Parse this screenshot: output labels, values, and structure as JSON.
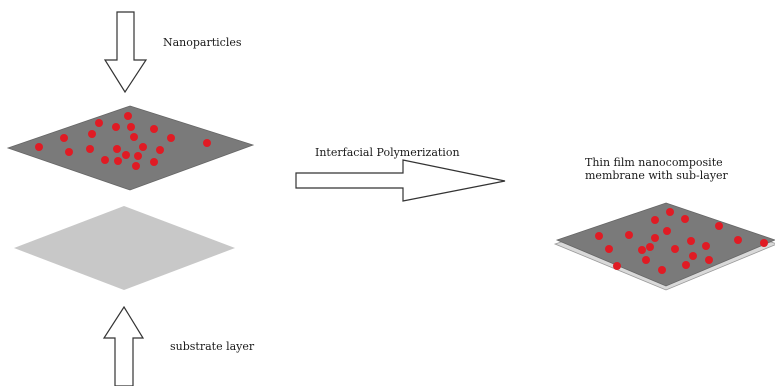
{
  "labels": {
    "nanoparticles": "Nanoparticles",
    "interfacial_polymerization": "Interfacial Polymerization",
    "thin_film_line1": "Thin film nanocomposite",
    "thin_film_line2": "membrane with sub-layer",
    "substrate_layer": "substrate layer"
  },
  "colors": {
    "nanoparticle_dot": "#e01b24",
    "selective_layer": "#7a7a7a",
    "substrate_layer": "#c8c8c8",
    "arrow_fill": "#ffffff",
    "arrow_stroke": "#333333",
    "composite_sublayer": "#d9d9d9"
  },
  "icons": {
    "down_arrow": "down-arrow-icon",
    "up_arrow": "up-arrow-icon",
    "right_arrow": "right-arrow-icon"
  }
}
